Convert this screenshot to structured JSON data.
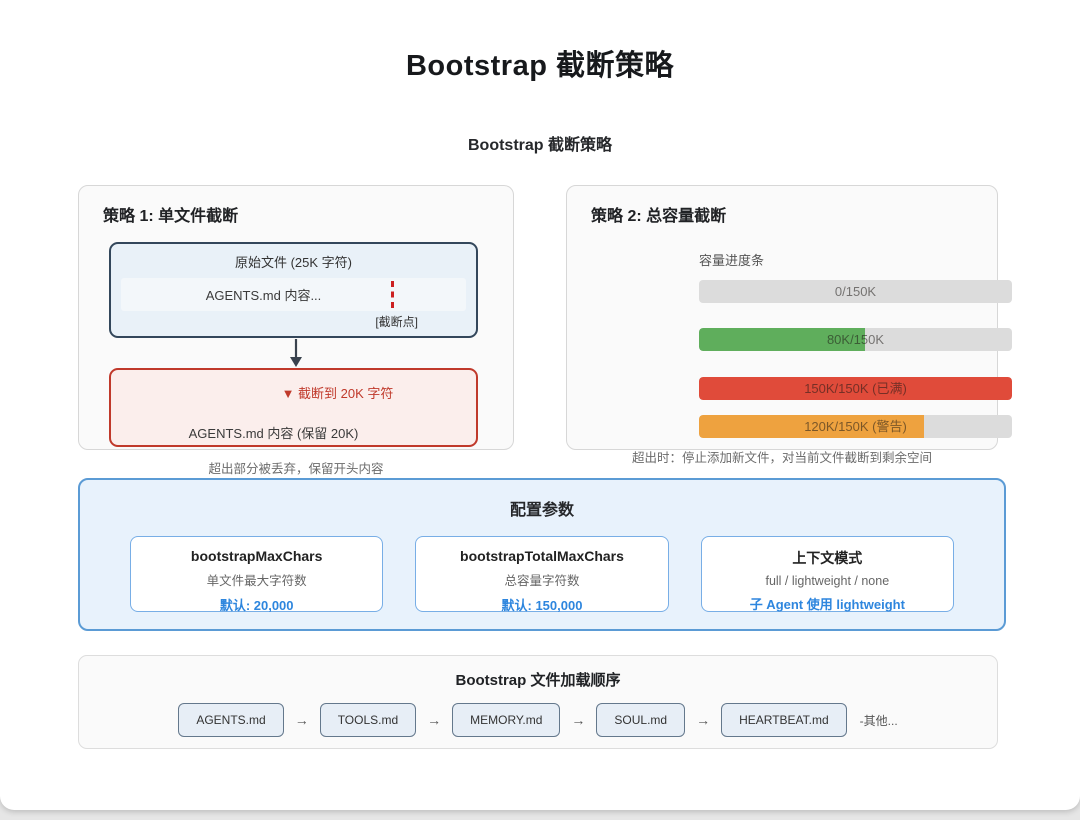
{
  "page": {
    "title": "Bootstrap 截断策略",
    "subtitle": "Bootstrap 截断策略"
  },
  "strategy1": {
    "heading": "策略 1: 单文件截断",
    "original_box": {
      "title": "原始文件 (25K 字符)",
      "content": "AGENTS.md 内容...",
      "cut_label": "[截断点]"
    },
    "truncated_box": {
      "title": "▼ 截断到 20K 字符",
      "content": "AGENTS.md 内容 (保留 20K)"
    },
    "caption": "超出部分被丢弃，保留开头内容"
  },
  "strategy2": {
    "heading": "策略 2: 总容量截断",
    "bars_label": "容量进度条",
    "bars": [
      {
        "label": "0/150K",
        "percent": 0,
        "color": "#d9d9d9"
      },
      {
        "label": "80K/150K",
        "percent": 53,
        "color": "#5fae5c"
      },
      {
        "label": "150K/150K (已满)",
        "percent": 100,
        "color": "#e04b3a"
      },
      {
        "label": "120K/150K (警告)",
        "percent": 72,
        "color": "#eea23f"
      }
    ],
    "caption": "超出时：停止添加新文件，对当前文件截断到剩余空间"
  },
  "config": {
    "heading": "配置参数",
    "cards": [
      {
        "name": "bootstrapMaxChars",
        "desc": "单文件最大字符数",
        "value": "默认: 20,000"
      },
      {
        "name": "bootstrapTotalMaxChars",
        "desc": "总容量字符数",
        "value": "默认: 150,000"
      },
      {
        "name": "上下文模式",
        "desc": "full / lightweight / none",
        "value": "子 Agent 使用 lightweight"
      }
    ]
  },
  "load_order": {
    "heading": "Bootstrap 文件加载顺序",
    "separator": "→",
    "files": [
      "AGENTS.md",
      "TOOLS.md",
      "MEMORY.md",
      "SOUL.md",
      "HEARTBEAT.md"
    ],
    "more": "-其他..."
  },
  "colors": {
    "accent_blue": "#2e86de",
    "config_border_blue": "#5b9bd5",
    "flow_border_navy": "#33475b",
    "danger_red": "#c0392b",
    "bar_green": "#5fae5c",
    "bar_red": "#e04b3a",
    "bar_orange": "#eea23f",
    "bar_track_gray": "#dcdcdc"
  }
}
